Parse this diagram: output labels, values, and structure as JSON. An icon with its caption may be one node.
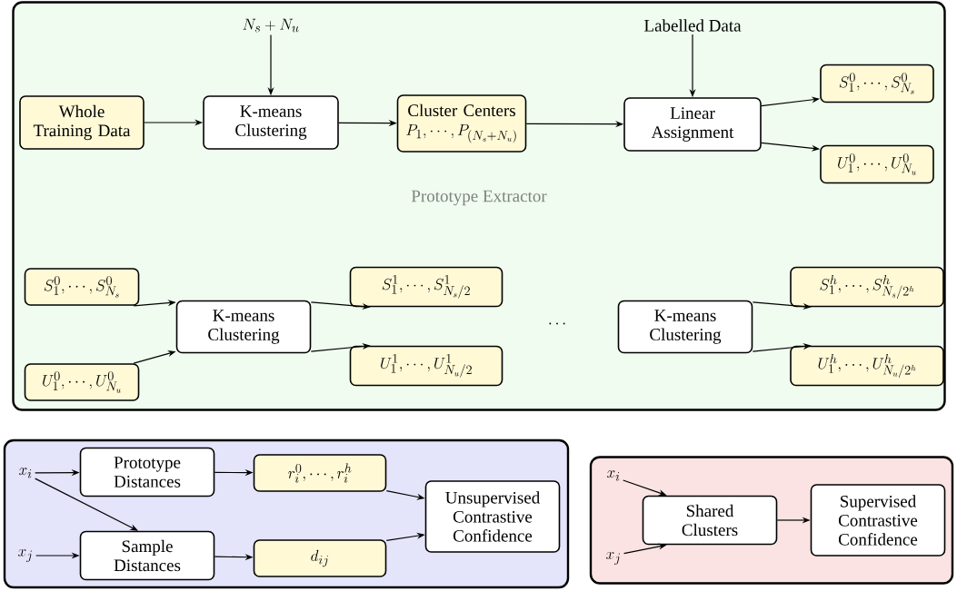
{
  "diagram": {
    "nodes": [
      {
        "text": [
          "Prototype Extractor"
        ]
      },
      {
        "text": [
          "N_s + N_u"
        ],
        "in": 0
      },
      {
        "text": [
          "Whole Training Data"
        ],
        "in": 0
      },
      {
        "text": [
          "K-means Clustering"
        ],
        "in": 0
      },
      {
        "text": [
          "Cluster Centers",
          "P_1, \\cdots, P_{(N_s+N_u)}"
        ],
        "in": 0
      },
      {
        "text": [
          "Labelled Data"
        ],
        "in": 0
      },
      {
        "text": [
          "Linear Assignment"
        ],
        "in": 0
      },
      {
        "text": [
          "S_1^0, \\cdots, S_{N_s}^0"
        ],
        "in": 0
      },
      {
        "text": [
          "U_1^0, \\cdots, U_{N_u}^0"
        ],
        "in": 0
      },
      {
        "text": [
          "S_1^0, \\cdots, S_{N_s}^0"
        ],
        "in": 0
      },
      {
        "text": [
          "U_1^0, \\cdots, U_{N_u}^0"
        ],
        "in": 0
      },
      {
        "text": [
          "K-means Clustering"
        ],
        "in": 0
      },
      {
        "text": [
          "S_1^1, \\cdots, S_{N_s/2}^1"
        ],
        "in": 0
      },
      {
        "text": [
          "U_1^1, \\cdots, U_{N_u/2}^1"
        ],
        "in": 0
      },
      {
        "text": [
          "K-means Clustering"
        ],
        "in": 0
      },
      {
        "text": [
          "S_1^h, \\cdots, S_{N_s/2^h}^h"
        ],
        "in": 0
      },
      {
        "text": [
          "U_1^h, \\cdots, U_{N_u/2^h}^h"
        ],
        "in": 0
      },
      {
        "text": [],
        "shape": "box"
      },
      {
        "text": [
          "x_i"
        ],
        "in": 17
      },
      {
        "text": [
          "x_j"
        ],
        "in": 17
      },
      {
        "text": [
          "Prototype Distances"
        ],
        "in": 17
      },
      {
        "text": [
          "Sample Distances"
        ],
        "in": 17
      },
      {
        "text": [
          "r_i^0, \\cdots, r_i^h"
        ],
        "in": 17
      },
      {
        "text": [
          "d_{ij}"
        ],
        "in": 17
      },
      {
        "text": [
          "Unsupervised Contrastive Confidence"
        ],
        "in": 17
      },
      {
        "text": [],
        "shape": "box"
      },
      {
        "text": [
          "x_i"
        ],
        "in": 25
      },
      {
        "text": [
          "x_j"
        ],
        "in": 25
      },
      {
        "text": [
          "Shared Clusters"
        ],
        "in": 25
      },
      {
        "text": [
          "Supervised Contrastive Confidence"
        ],
        "in": 25
      }
    ],
    "edges": [
      {
        "from": 1,
        "to": 3,
        "arrow": "to"
      },
      {
        "from": 2,
        "to": 3,
        "arrow": "to"
      },
      {
        "from": 3,
        "to": 4,
        "arrow": "to"
      },
      {
        "from": 4,
        "to": 6,
        "arrow": "to"
      },
      {
        "from": 5,
        "to": 6,
        "arrow": "to"
      },
      {
        "from": 6,
        "to": 7,
        "arrow": "to"
      },
      {
        "from": 6,
        "to": 8,
        "arrow": "to"
      },
      {
        "from": 9,
        "to": 11,
        "arrow": "to"
      },
      {
        "from": 10,
        "to": 11,
        "arrow": "to"
      },
      {
        "from": 11,
        "to": 12,
        "arrow": "to"
      },
      {
        "from": 11,
        "to": 13,
        "arrow": "to"
      },
      {
        "from": 14,
        "to": 15,
        "arrow": "to"
      },
      {
        "from": 14,
        "to": 16,
        "arrow": "to"
      },
      {
        "from": 18,
        "to": 20,
        "arrow": "to"
      },
      {
        "from": 18,
        "to": 21,
        "arrow": "to"
      },
      {
        "from": 19,
        "to": 21,
        "arrow": "to"
      },
      {
        "from": 20,
        "to": 22,
        "arrow": "to"
      },
      {
        "from": 21,
        "to": 23,
        "arrow": "to"
      },
      {
        "from": 22,
        "to": 24,
        "arrow": "to"
      },
      {
        "from": 23,
        "to": 24,
        "arrow": "to"
      },
      {
        "from": 26,
        "to": 28,
        "arrow": "to"
      },
      {
        "from": 27,
        "to": 28,
        "arrow": "to"
      },
      {
        "from": 28,
        "to": 29,
        "arrow": "to"
      }
    ],
    "labels": [
      "\\cdots"
    ]
  }
}
